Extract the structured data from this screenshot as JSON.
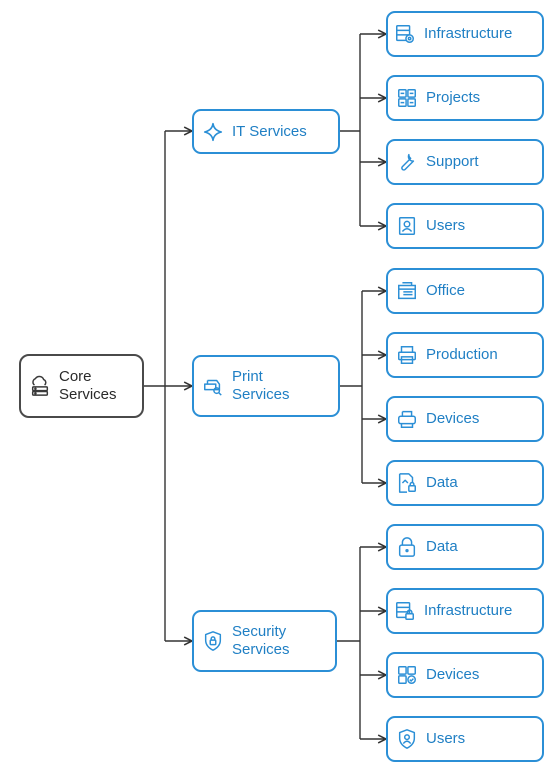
{
  "root": {
    "label": "Core\nServices",
    "icon": "cloud-server-icon"
  },
  "groups": [
    {
      "label": "IT Services",
      "icon": "diamond-network-icon",
      "children": [
        {
          "label": "Infrastructure",
          "icon": "server-cog-icon"
        },
        {
          "label": "Projects",
          "icon": "grid-apps-icon"
        },
        {
          "label": "Support",
          "icon": "wrench-icon"
        },
        {
          "label": "Users",
          "icon": "user-badge-icon"
        }
      ]
    },
    {
      "label": "Print\nServices",
      "icon": "printer-search-icon",
      "children": [
        {
          "label": "Office",
          "icon": "office-printer-icon"
        },
        {
          "label": "Production",
          "icon": "printer-icon"
        },
        {
          "label": "Devices",
          "icon": "printer-device-icon"
        },
        {
          "label": "Data",
          "icon": "file-lock-icon"
        }
      ]
    },
    {
      "label": "Security\nServices",
      "icon": "shield-lock-icon",
      "children": [
        {
          "label": "Data",
          "icon": "padlock-icon"
        },
        {
          "label": "Infrastructure",
          "icon": "server-lock-icon"
        },
        {
          "label": "Devices",
          "icon": "devices-check-icon"
        },
        {
          "label": "Users",
          "icon": "user-shield-icon"
        }
      ]
    }
  ],
  "colors": {
    "accent": "#2b8fd6",
    "line": "#333333",
    "root_border": "#4a4a4a"
  }
}
